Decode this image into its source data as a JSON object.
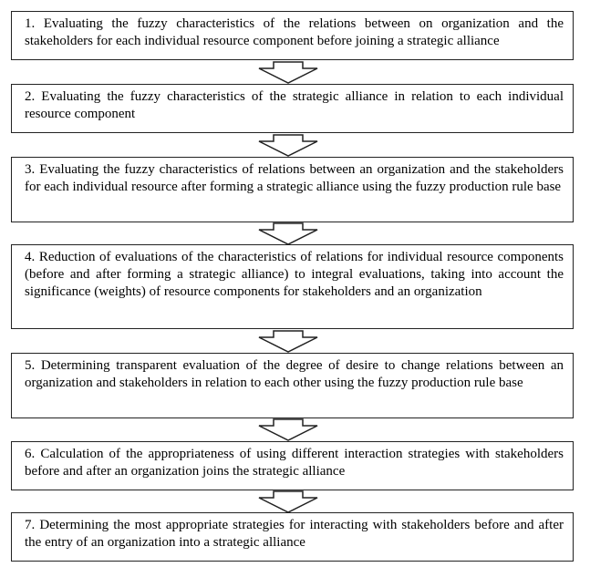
{
  "steps": [
    {
      "text": "1. Evaluating the fuzzy characteristics of the relations between on organization and the stakeholders for each individual resource component before joining a strategic alliance"
    },
    {
      "text": "2. Evaluating the fuzzy characteristics of the strategic alliance in relation to each indi­vidual resource component"
    },
    {
      "text": "3. Evaluating the fuzzy characteristics of relations between an organization and the stakeholders for each individual resource after forming a strategic alliance using the fuzzy production rule base"
    },
    {
      "text": "4. Reduction of evaluations of the characteristics of relations for individual resource components (before and after forming a strategic alliance) to integral evaluations, taking into account the significance (weights) of resource components for stakeholders and an organization"
    },
    {
      "text": "5. Determining transparent evaluation of the degree of desire to change relations be­tween an organization and stakeholders in relation to each other using the fuzzy produc­tion rule base"
    },
    {
      "text": "6. Calculation of the appropriateness of using different interaction strategies with stake­holders before and after an organization joins the strategic alliance"
    },
    {
      "text": "7. Determining the most appropriate strategies for interacting with stakeholders before and after the entry of an organization into a strategic alliance"
    }
  ],
  "colors": {
    "border": "#222222",
    "arrow_fill": "#ffffff",
    "arrow_stroke": "#222222"
  },
  "icons": {
    "connector": "down-arrow-icon"
  }
}
